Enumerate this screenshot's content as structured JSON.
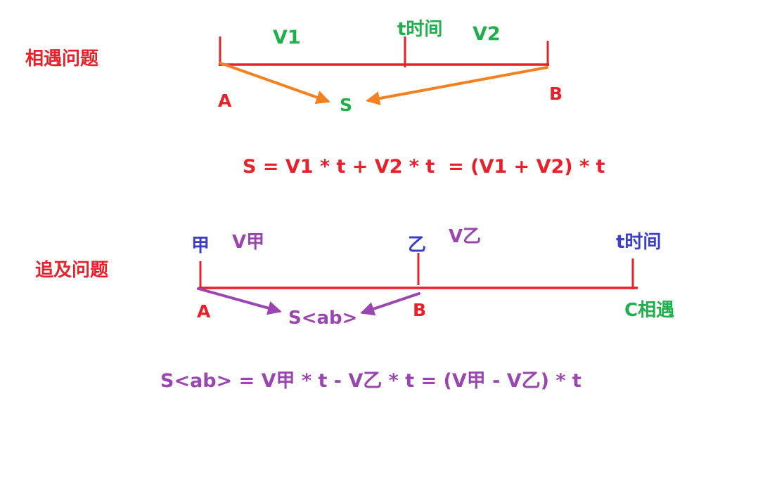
{
  "meeting": {
    "title": "相遇问题",
    "v1": "V1",
    "time": "t时间",
    "v2": "V2",
    "point_a": "A",
    "point_b": "B",
    "point_s": "S",
    "formula": "S = V1 * t + V2 * t  = (V1 + V2) * t"
  },
  "chase": {
    "title": "追及问题",
    "jia": "甲",
    "v_jia": "V甲",
    "yi": "乙",
    "v_yi": "V乙",
    "time": "t时间",
    "point_a": "A",
    "point_b": "B",
    "point_s": "S<ab>",
    "point_c": "C相遇",
    "formula": "S<ab> = V甲 * t - V乙 * t = (V甲 - V乙) * t"
  },
  "colors": {
    "red": "#e8202a",
    "green": "#1eb04b",
    "orange": "#f4801f",
    "blue": "#3b3fc8",
    "purple": "#9b45b0"
  }
}
